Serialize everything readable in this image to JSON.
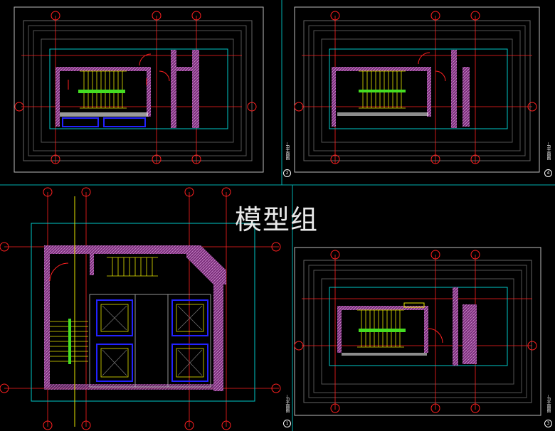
{
  "watermark": "模型组",
  "sheets": [
    {
      "id": "top-left",
      "label": "—F平面图",
      "number": "2"
    },
    {
      "id": "top-right",
      "label": "—F平面图",
      "number": "4"
    },
    {
      "id": "bottom-left",
      "label": "—F平面图",
      "number": "1"
    },
    {
      "id": "bottom-right",
      "label": "—F平面图",
      "number": "3"
    }
  ],
  "colors": {
    "background": "#000000",
    "grid_axis": "#ff2020",
    "wall_fill": "#a04aa0",
    "cyan": "#00c8c8",
    "yellow": "#e6e600",
    "green": "#44dd22",
    "blue": "#2222ff",
    "white": "#ffffff",
    "gray": "#9a9a9a"
  }
}
